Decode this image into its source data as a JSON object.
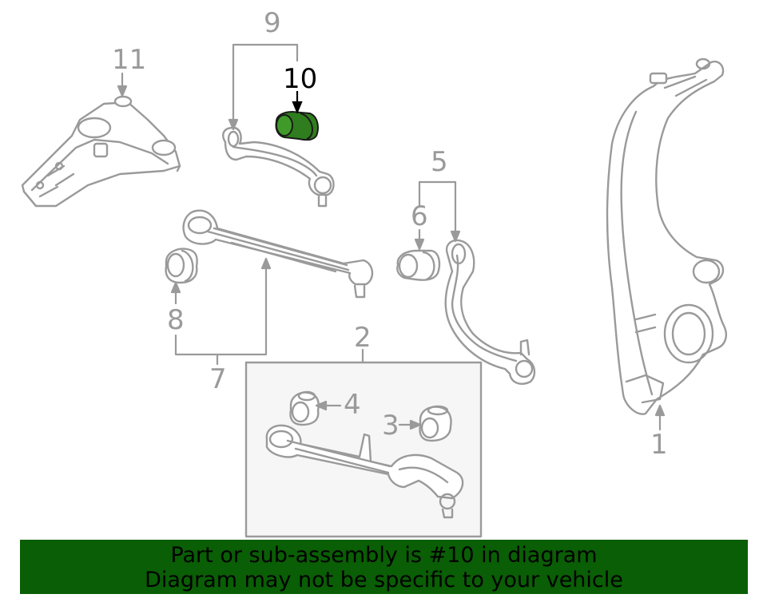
{
  "callouts": {
    "c1": "1",
    "c2": "2",
    "c3": "3",
    "c4": "4",
    "c5": "5",
    "c6": "6",
    "c7": "7",
    "c8": "8",
    "c9": "9",
    "c10": "10",
    "c11": "11"
  },
  "highlight_part": "10",
  "colors": {
    "line": "#9a9a9a",
    "highlight": "#2f7d1e",
    "banner": "#0a5e05",
    "box_fill": "#f6f6f6"
  },
  "banner": {
    "line1": "Part or sub-assembly is #10 in diagram",
    "line2": "Diagram may not be specific to your vehicle"
  }
}
